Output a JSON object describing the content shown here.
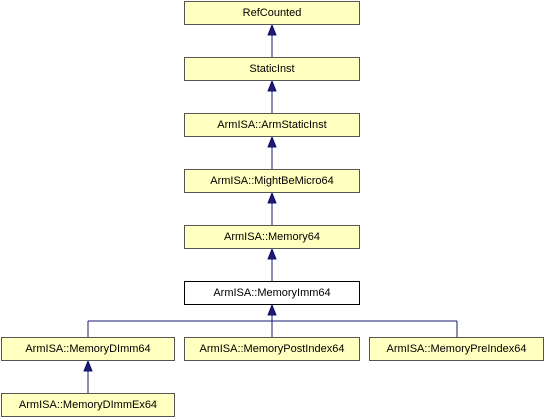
{
  "diagram": {
    "nodes": {
      "refcounted": "RefCounted",
      "staticinst": "StaticInst",
      "armstaticinst": "ArmISA::ArmStaticInst",
      "mightbemicro64": "ArmISA::MightBeMicro64",
      "memory64": "ArmISA::Memory64",
      "memoryimm64": "ArmISA::MemoryImm64",
      "memorydimm64": "ArmISA::MemoryDImm64",
      "memorypostindex64": "ArmISA::MemoryPostIndex64",
      "memorypreindex64": "ArmISA::MemoryPreIndex64",
      "memorydimmex64": "ArmISA::MemoryDImmEx64"
    },
    "current_node": "memoryimm64",
    "inheritance": [
      {
        "from": "staticinst",
        "to": "refcounted"
      },
      {
        "from": "armstaticinst",
        "to": "staticinst"
      },
      {
        "from": "mightbemicro64",
        "to": "armstaticinst"
      },
      {
        "from": "memory64",
        "to": "mightbemicro64"
      },
      {
        "from": "memoryimm64",
        "to": "memory64"
      },
      {
        "from": "memorydimm64",
        "to": "memoryimm64"
      },
      {
        "from": "memorypostindex64",
        "to": "memoryimm64"
      },
      {
        "from": "memorypreindex64",
        "to": "memoryimm64"
      },
      {
        "from": "memorydimmex64",
        "to": "memorydimm64"
      }
    ],
    "colors": {
      "node_fill": "#ffffc0",
      "current_node_fill": "#ffffff",
      "node_border": "#555555",
      "edge": "#191970"
    }
  }
}
